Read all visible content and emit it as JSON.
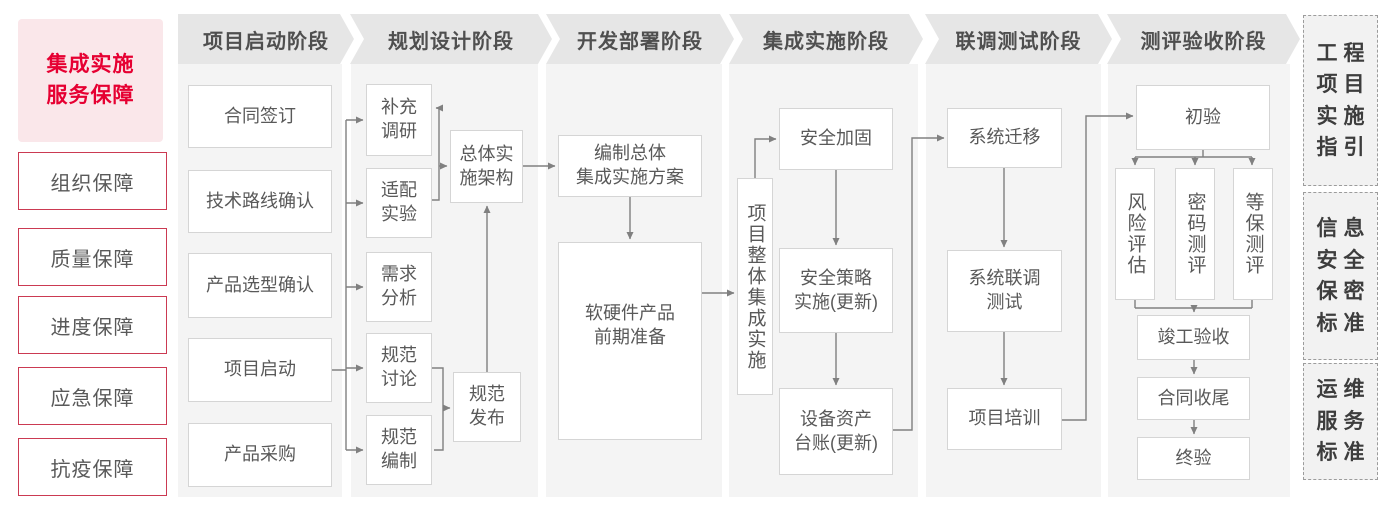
{
  "sidebar": {
    "title": "集成实施\n服务保障",
    "items": [
      "组织保障",
      "质量保障",
      "进度保障",
      "应急保障",
      "抗疫保障"
    ]
  },
  "phases": [
    "项目启动阶段",
    "规划设计阶段",
    "开发部署阶段",
    "集成实施阶段",
    "联调测试阶段",
    "测评验收阶段"
  ],
  "nodes": {
    "p1": [
      "合同签订",
      "技术路线确认",
      "产品选型确认",
      "项目启动",
      "产品采购"
    ],
    "p2": [
      "补充\n调研",
      "适配\n实验",
      "需求\n分析",
      "规范\n讨论",
      "规范\n编制",
      "总体实\n施架构",
      "规范\n发布"
    ],
    "p3": [
      "编制总体\n集成实施方案",
      "软硬件产品\n前期准备"
    ],
    "p4": [
      "项目整体集成实施",
      "安全加固",
      "安全策略\n实施(更新)",
      "设备资产\n台账(更新)"
    ],
    "p5": [
      "系统迁移",
      "系统联调\n测试",
      "项目培训"
    ],
    "p6": [
      "初验",
      "风险评估",
      "密码测评",
      "等保测评",
      "竣工验收",
      "合同收尾",
      "终验"
    ]
  },
  "standards": [
    "工程\n项目\n实施\n指引",
    "信息\n安全\n保密\n标准",
    "运维\n服务\n标准"
  ],
  "colors": {
    "accent_red": "#e60032",
    "pink_bg": "#fae7ea",
    "red_border": "#cb3a52",
    "header_gray": "#e6e6e6",
    "column_gray": "#f4f4f4",
    "line_gray": "#808080",
    "text_gray": "#595959"
  }
}
